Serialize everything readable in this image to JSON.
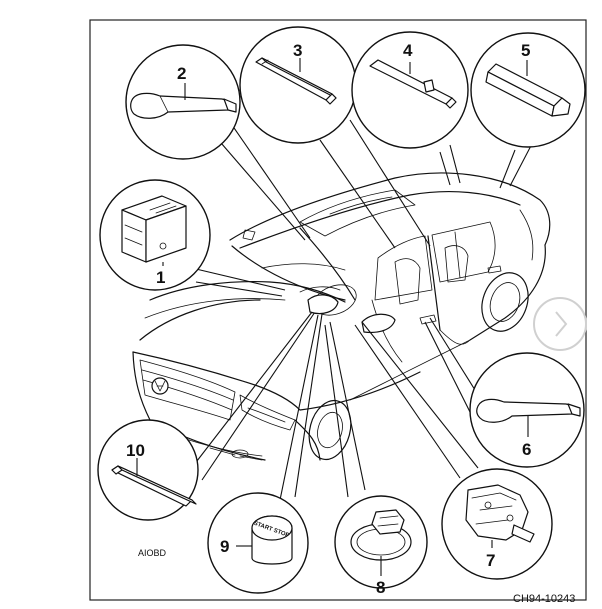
{
  "diagram": {
    "callouts": [
      {
        "id": "1",
        "label": "1"
      },
      {
        "id": "2",
        "label": "2"
      },
      {
        "id": "3",
        "label": "3"
      },
      {
        "id": "4",
        "label": "4"
      },
      {
        "id": "5",
        "label": "5"
      },
      {
        "id": "6",
        "label": "6"
      },
      {
        "id": "7",
        "label": "7"
      },
      {
        "id": "8",
        "label": "8"
      },
      {
        "id": "9",
        "label": "9"
      },
      {
        "id": "10",
        "label": "10"
      }
    ],
    "corner_ref": "AIOBD",
    "figure_code": "CH94-10243",
    "button_text": "START STOP"
  }
}
